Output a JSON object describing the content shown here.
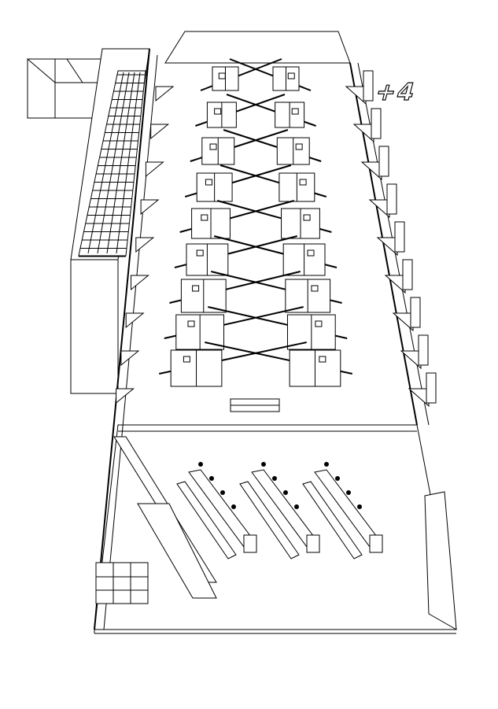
{
  "drawing": {
    "level_label": "+4",
    "bay_count": 9,
    "bench_count": 3
  }
}
